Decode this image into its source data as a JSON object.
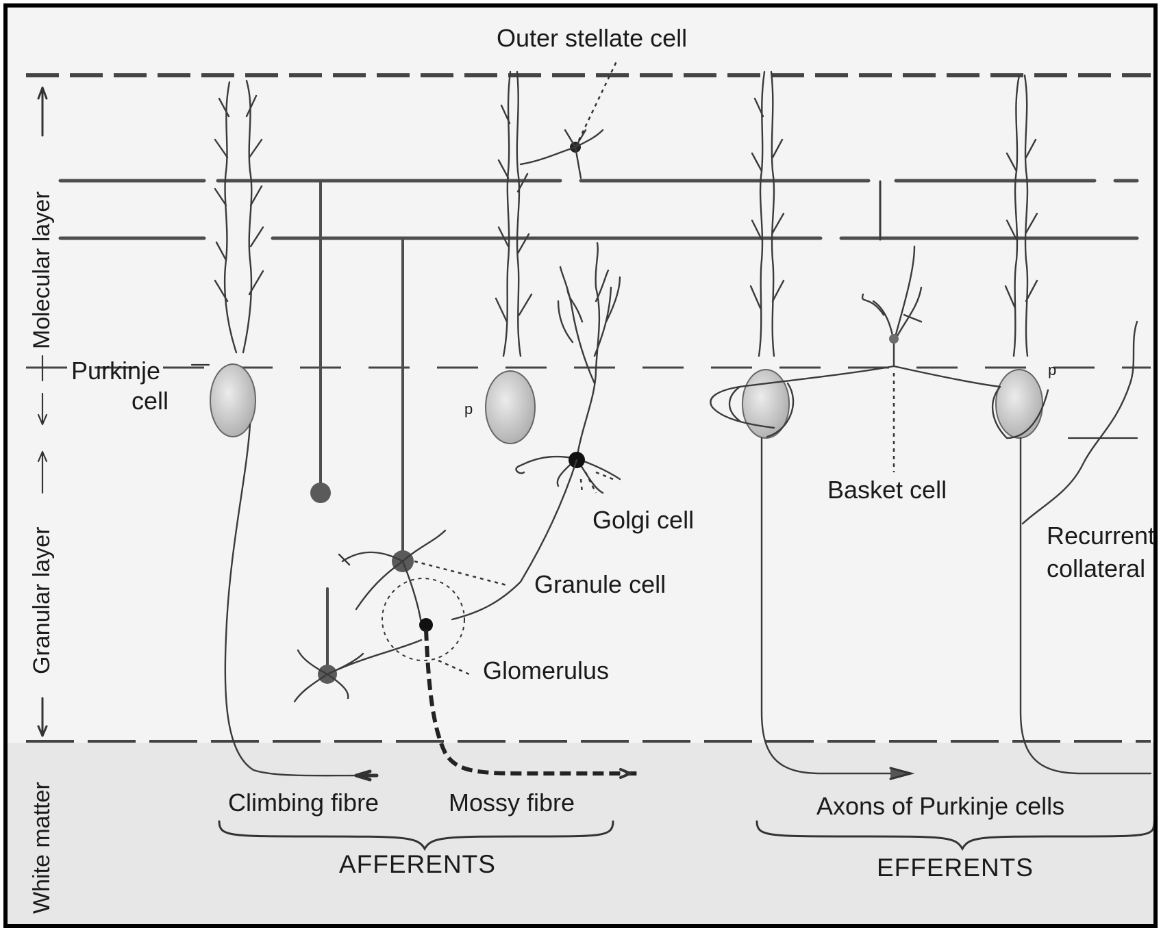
{
  "layers": {
    "molecular": "Molecular layer",
    "granular": "Granular layer",
    "white_matter": "White matter"
  },
  "labels": {
    "outer_stellate": "Outer stellate cell",
    "purkinje_line1": "Purkinje",
    "purkinje_line2": "cell",
    "golgi": "Golgi cell",
    "granule": "Granule cell",
    "glomerulus": "Glomerulus",
    "basket": "Basket cell",
    "recurrent_line1": "Recurrent",
    "recurrent_line2": "collateral",
    "climbing": "Climbing fibre",
    "mossy": "Mossy fibre",
    "axons": "Axons of Purkinje cells",
    "afferents": "AFFERENTS",
    "efferents": "EFFERENTS",
    "p_mark": "p"
  },
  "colors": {
    "background": "#f2f2f2",
    "white_matter": "#e6e6e6",
    "soma": "#c9c9c9",
    "ink": "#333333"
  }
}
